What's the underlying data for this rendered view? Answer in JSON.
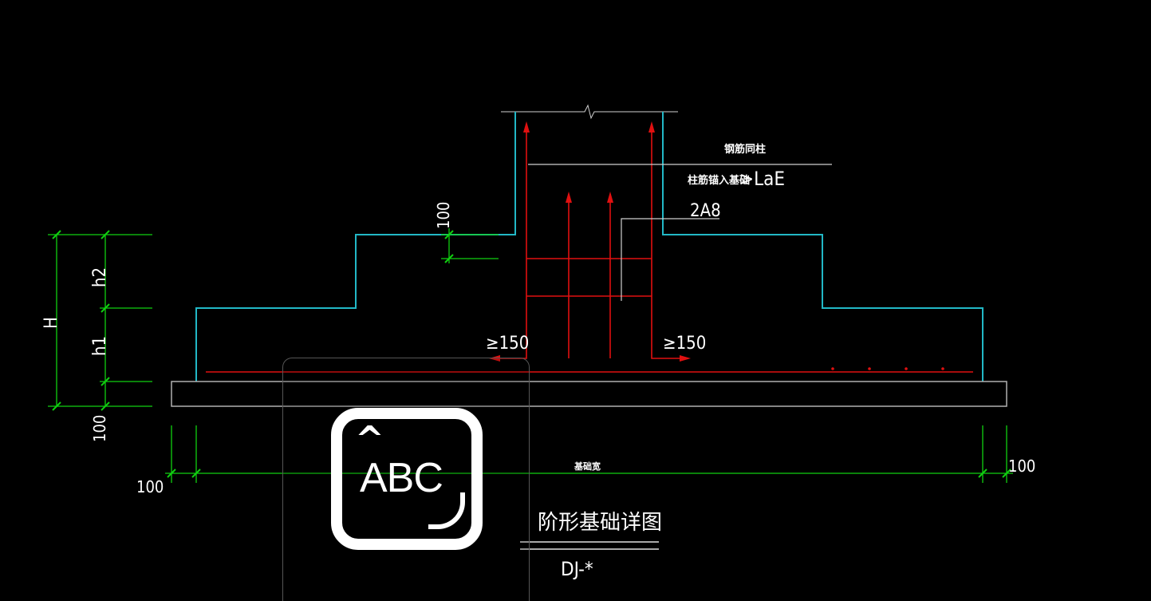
{
  "drawing": {
    "title": "阶形基础详图",
    "code": "DJ-*",
    "notes": {
      "rebar_same_as_column": "钢筋同柱",
      "column_anchor": "柱筋锚入基础",
      "anchor_length": ">LaE",
      "stirrups": "2A8",
      "min_left": "≥150",
      "min_right": "≥150",
      "foundation_width": "基础宽"
    },
    "dimensions": {
      "top_step": "100",
      "H": "H",
      "h2": "h2",
      "h1": "h1",
      "cushion": "100",
      "left_offset": "100",
      "right_offset": "100"
    }
  },
  "colors": {
    "concrete_outline": "#22b8c6",
    "rebar": "#e01010",
    "dimension": "#10d010",
    "cushion": "#b0b0b0",
    "text": "#ffffff",
    "background": "#000000"
  },
  "overlay": {
    "icon_name": "text-recognition-icon",
    "caret": "^",
    "label": "ABC"
  }
}
